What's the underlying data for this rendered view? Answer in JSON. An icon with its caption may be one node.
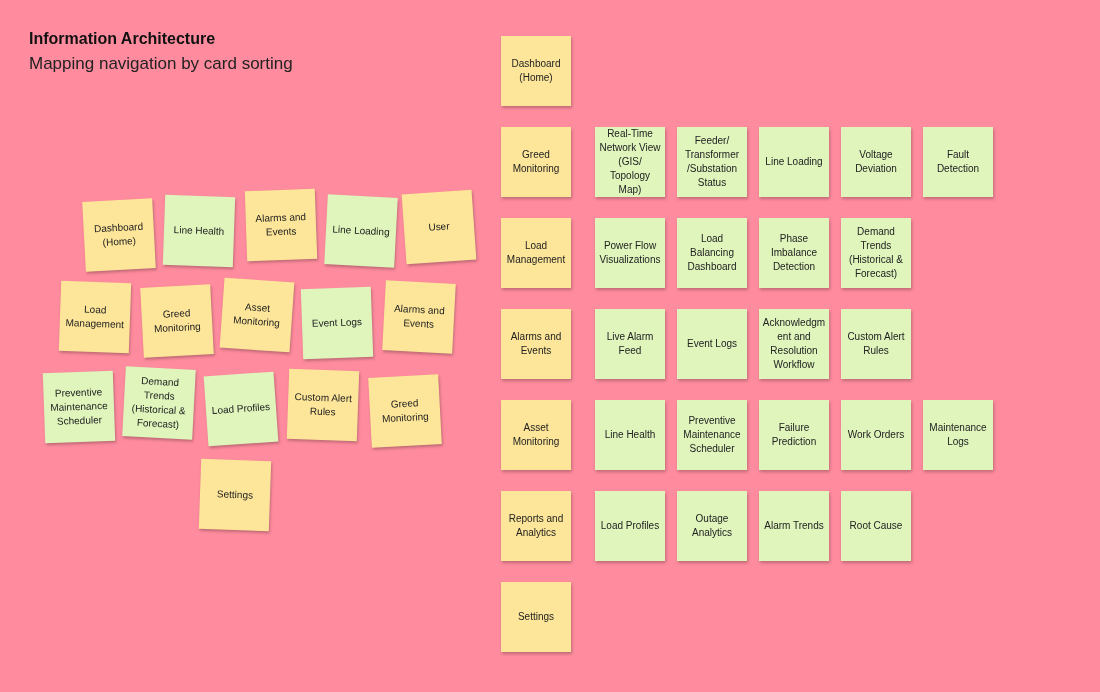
{
  "diagram": {
    "title": "Information Architecture",
    "nodes": [
      {
        "text": [
          "Dashboard (Home)"
        ]
      },
      {
        "text": [
          "Line Health"
        ]
      },
      {
        "text": [
          "Alarms and Events"
        ]
      },
      {
        "text": [
          "Line Loading"
        ]
      },
      {
        "text": [
          "User"
        ]
      },
      {
        "text": [
          "Load Management"
        ]
      },
      {
        "text": [
          "Greed Monitoring"
        ]
      },
      {
        "text": [
          "Asset Monitoring"
        ]
      },
      {
        "text": [
          "Event Logs"
        ]
      },
      {
        "text": [
          "Alarms and Events"
        ]
      },
      {
        "text": [
          "Preventive Maintenance Scheduler"
        ]
      },
      {
        "text": [
          "Demand Trends (Historical & Forecast)"
        ]
      },
      {
        "text": [
          "Load Profiles"
        ]
      },
      {
        "text": [
          "Custom Alert Rules"
        ]
      },
      {
        "text": [
          "Greed Monitoring"
        ]
      },
      {
        "text": [
          "Settings"
        ]
      },
      {
        "text": [
          "Dashboard (Home)"
        ]
      },
      {
        "text": [
          "Greed Monitoring"
        ]
      },
      {
        "text": [
          "Real-Time Network View (GIS/ Topology Map)"
        ]
      },
      {
        "text": [
          "Feeder/ Transformer /Substation Status"
        ]
      },
      {
        "text": [
          "Line Loading"
        ]
      },
      {
        "text": [
          "Voltage Deviation"
        ]
      },
      {
        "text": [
          "Fault Detection"
        ]
      },
      {
        "text": [
          "Load Management"
        ]
      },
      {
        "text": [
          "Power Flow Visualizations"
        ]
      },
      {
        "text": [
          "Load Balancing Dashboard"
        ]
      },
      {
        "text": [
          "Phase Imbalance Detection"
        ]
      },
      {
        "text": [
          "Demand Trends (Historical & Forecast)"
        ]
      },
      {
        "text": [
          "Alarms and Events"
        ]
      },
      {
        "text": [
          "Live Alarm Feed"
        ]
      },
      {
        "text": [
          "Event Logs"
        ]
      },
      {
        "text": [
          "Acknowledgment and Resolution Workflow"
        ]
      },
      {
        "text": [
          "Custom Alert Rules"
        ]
      },
      {
        "text": [
          "Asset Monitoring"
        ]
      },
      {
        "text": [
          "Line Health"
        ]
      },
      {
        "text": [
          "Preventive Maintenance Scheduler"
        ]
      },
      {
        "text": [
          "Failure Prediction"
        ]
      },
      {
        "text": [
          "Work Orders"
        ]
      },
      {
        "text": [
          "Maintenance Logs"
        ]
      },
      {
        "text": [
          "Reports and Analytics"
        ]
      },
      {
        "text": [
          "Load Profiles"
        ]
      },
      {
        "text": [
          "Outage Analytics"
        ]
      },
      {
        "text": [
          "Alarm Trends"
        ]
      },
      {
        "text": [
          "Root Cause"
        ]
      },
      {
        "text": [
          "Settings"
        ]
      }
    ],
    "labels": [
      "Mapping navigation by card sorting"
    ]
  }
}
